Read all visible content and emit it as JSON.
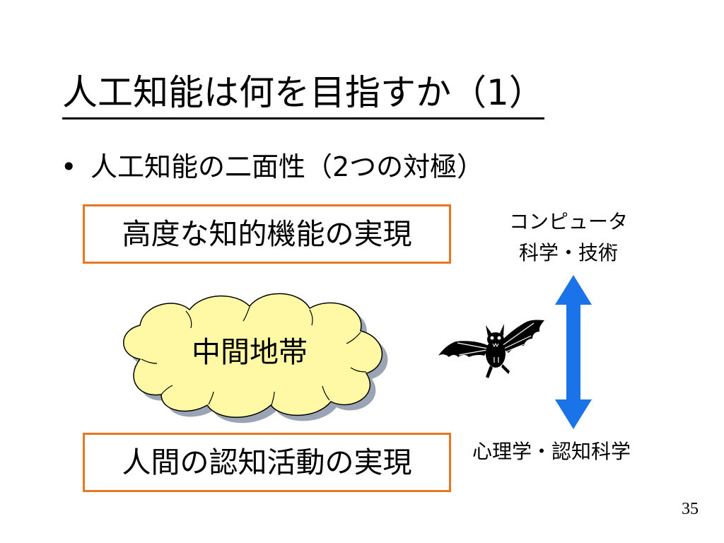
{
  "slide": {
    "title": "人工知能は何を目指すか（1）",
    "bullet_char": "•",
    "bullet": "人工知能の二面性（2つの対極）",
    "top_box": "高度な知的機能の実現",
    "bottom_box": "人間の認知活動の実現",
    "cloud": "中間地帯",
    "top_label_line1": "コンピュータ",
    "top_label_line2": "科学・技術",
    "bottom_label": "心理学・認知科学",
    "page_number": "35"
  },
  "colors": {
    "box_border": "#e87722",
    "cloud_fill": "#fff9a6",
    "arrow": "#1a73e8"
  },
  "icons": [
    "bat-icon",
    "double-arrow-icon",
    "cloud-shape"
  ]
}
